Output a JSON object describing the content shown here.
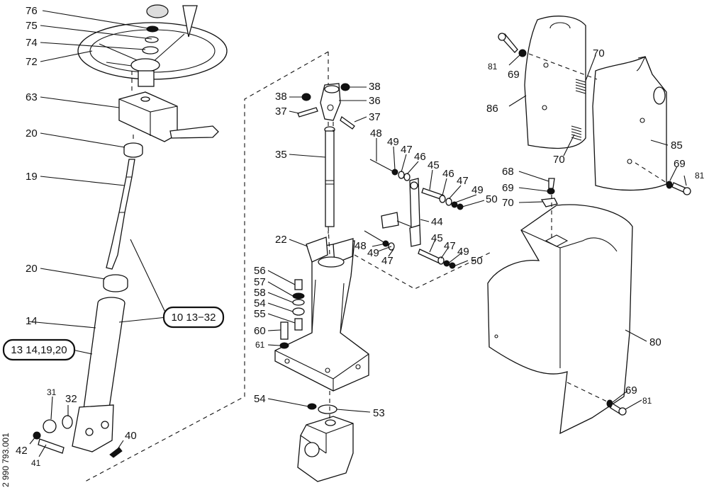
{
  "labels": {
    "n76": "76",
    "n75": "75",
    "n74": "74",
    "n72": "72",
    "n63": "63",
    "n20a": "20",
    "n19": "19",
    "n20b": "20",
    "n14": "14",
    "n31": "31",
    "n32": "32",
    "n40": "40",
    "n42": "42",
    "n41": "41",
    "n38a": "38",
    "n36": "36",
    "n38b": "38",
    "n37a": "37",
    "n37b": "37",
    "n35": "35",
    "n22": "22",
    "n56": "56",
    "n57": "57",
    "n58": "58",
    "n54a": "54",
    "n55": "55",
    "n60": "60",
    "n61": "61",
    "n54b": "54",
    "n53": "53",
    "n48a": "48",
    "n49a": "49",
    "n47a": "47",
    "n46a": "46",
    "n45a": "45",
    "n46b": "46",
    "n47b": "47",
    "n49b": "49",
    "n50a": "50",
    "n44": "44",
    "n48b": "48",
    "n49c": "49",
    "n47c": "47",
    "n45b": "45",
    "n47d": "47",
    "n49d": "49",
    "n50b": "50",
    "n81a": "81",
    "n69a": "69",
    "n70a": "70",
    "n86": "86",
    "n70b": "70",
    "n85": "85",
    "n69b": "69",
    "n81b": "81",
    "n68": "68",
    "n69c": "69",
    "n70c": "70",
    "n80": "80",
    "n69d": "69",
    "n81c": "81"
  },
  "references": {
    "ref1": "10 13−32",
    "ref2": "13 14,19,20"
  },
  "drawing_code": "2 990 793.001"
}
